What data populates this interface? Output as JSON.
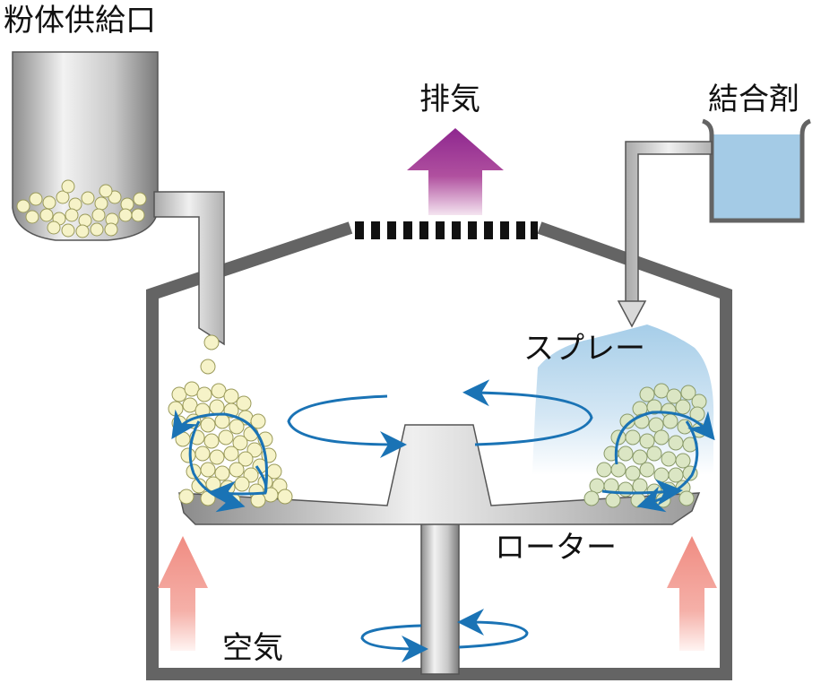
{
  "labels": {
    "powder_feed": "粉体供給口",
    "exhaust": "排気",
    "binder": "結合剤",
    "spray": "スプレー",
    "rotor": "ローター",
    "air": "空気"
  },
  "colors": {
    "vessel_wall": "#646464",
    "exhaust_arrow": "#8e278f",
    "air_arrow": "#f08c82",
    "flow_arrow": "#1a73b5",
    "binder_liquid": "#a4cbe6",
    "spray_mist": "#a6cde8",
    "particle_fill": "#f6f3c8",
    "particle_stroke": "#9a9a5a"
  },
  "icons": {
    "exhaust": "up-arrow-icon",
    "air_left": "up-arrow-icon",
    "air_right": "up-arrow-icon",
    "spray_nozzle": "nozzle-icon",
    "rotor": "rotor-disc-icon"
  }
}
